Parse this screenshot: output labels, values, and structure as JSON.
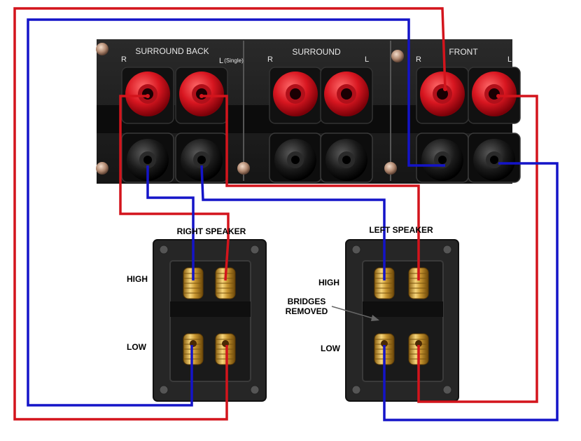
{
  "amplifier": {
    "sections": [
      {
        "label": "SURROUND BACK",
        "right": "R",
        "left": "L",
        "left_note": "(Single)"
      },
      {
        "label": "SURROUND",
        "right": "R",
        "left": "L"
      },
      {
        "label": "FRONT",
        "right": "R",
        "left": "L"
      }
    ]
  },
  "speakers": [
    {
      "title": "RIGHT SPEAKER",
      "high": "HIGH",
      "low": "LOW"
    },
    {
      "title": "LEFT SPEAKER",
      "high": "HIGH",
      "low": "LOW",
      "note": "BRIDGES\nREMOVED"
    }
  ],
  "colors": {
    "positive_wire": "#d3141c",
    "negative_wire": "#1414c8",
    "panel": "#1e1e1e",
    "red_post": "#e0202a",
    "gold_post": "#c8a032"
  }
}
